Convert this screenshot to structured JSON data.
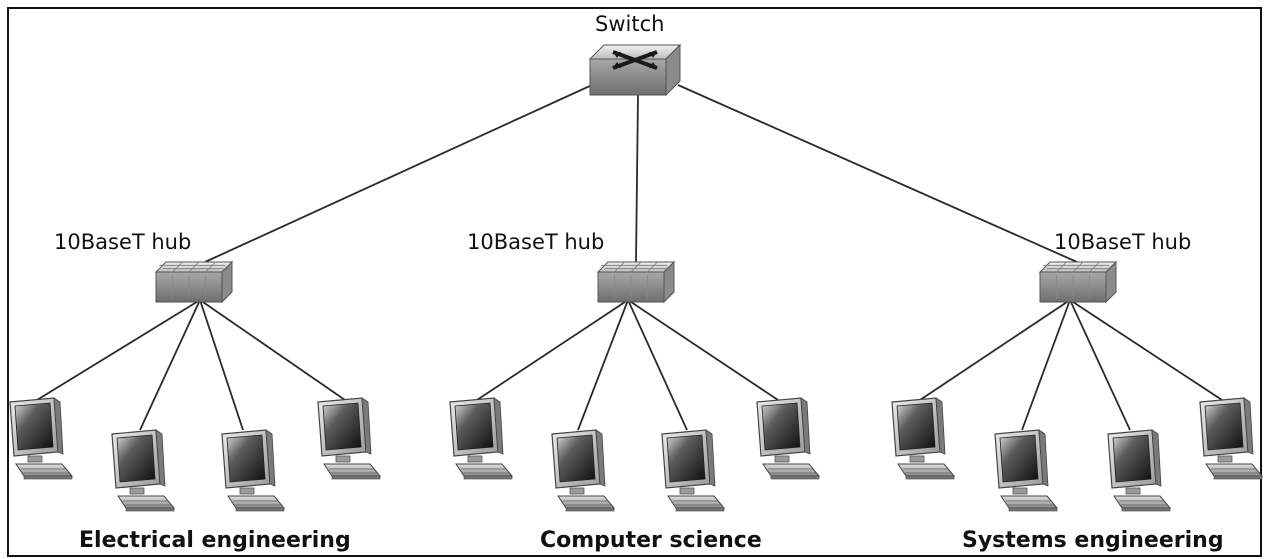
{
  "switch": {
    "label": "Switch"
  },
  "hubs": [
    {
      "label": "10BaseT hub",
      "department": "Electrical engineering"
    },
    {
      "label": "10BaseT hub",
      "department": "Computer science"
    },
    {
      "label": "10BaseT hub",
      "department": "Systems engineering"
    }
  ]
}
